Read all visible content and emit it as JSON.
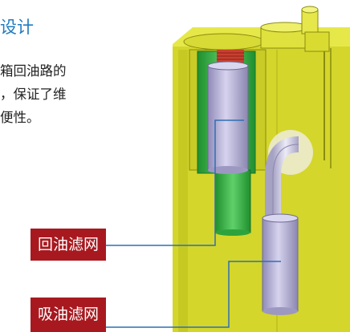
{
  "heading": "设计",
  "body_lines": [
    "箱回油路的",
    "，保证了维",
    "便性。"
  ],
  "labels": {
    "return_filter": "回油滤网",
    "suction_filter": "吸油滤网"
  },
  "colors": {
    "heading": "#1f7bc0",
    "label_bg": "#a8191f",
    "label_text": "#ffffff",
    "leader_line": "#2f6fb5",
    "tank_body": "#d7d92a",
    "filter_housing": "#3db54a",
    "filter_element": "#b8b4d6"
  }
}
